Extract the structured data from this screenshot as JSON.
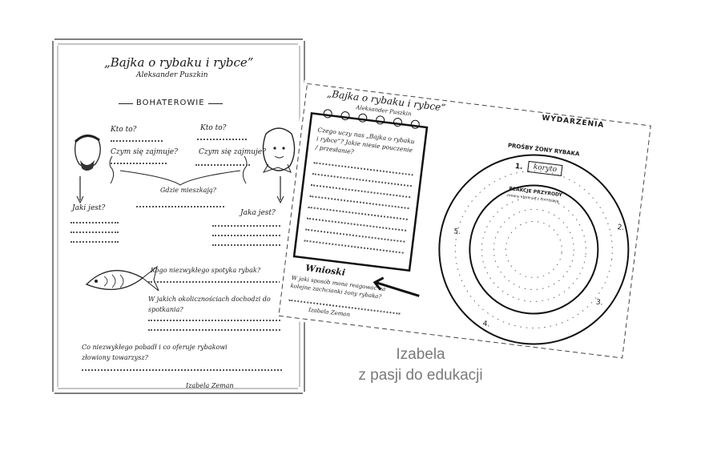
{
  "left_sheet": {
    "title": "„Bajka o rybaku i rybce”",
    "author": "Aleksander Puszkin",
    "section": "BOHATEROWIE",
    "q_who_left": "Kto to?",
    "q_what_left": "Czym się zajmuje?",
    "q_who_right": "Kto to?",
    "q_what_right": "Czym się zajmuje?",
    "q_where": "Gdzie mieszkają?",
    "q_how_he": "Jaki jest?",
    "q_how_she": "Jaka jest?",
    "q_meet": "Kogo niezwykłego spotyka rybak?",
    "q_circ": "W jakich okolicznościach dochodzi do spotkania?",
    "q_ask": "Co niezwykłego pobadł i co oferuje rybakowi złowiony towarzysz?",
    "signature": "Izabela Zeman"
  },
  "right_sheet": {
    "title": "„Bajka o rybaku i rybce”",
    "author": "Aleksander Puszkin",
    "notebook_text": "Czego uczy nas „Bajka o rybaku i rybce”? Jakie niesie pouczenie / przesłanie?",
    "conclusions_title": "Wnioski",
    "conclusions_text": "W jaki sposób mona reagować na kolejne zachcianki żony rybaka?",
    "events_title": "WYDARZENIA",
    "requests_label": "PROŚBY ŻONY RYBAKA",
    "first_request": "koryto",
    "nature_label": "REAKCJE PRZYRODY",
    "nature_sub": "zmiany które się z nim dzieją",
    "num1": "1.",
    "num2": "2.",
    "num3": "3.",
    "num4": "4.",
    "num5": "5.",
    "signature": "Izabela Zeman"
  },
  "brand": {
    "line1": "Izabela",
    "line2": "z pasji do edukacji"
  },
  "colors": {
    "ink": "#1a1a1a",
    "brand": "#7a7a7a"
  }
}
